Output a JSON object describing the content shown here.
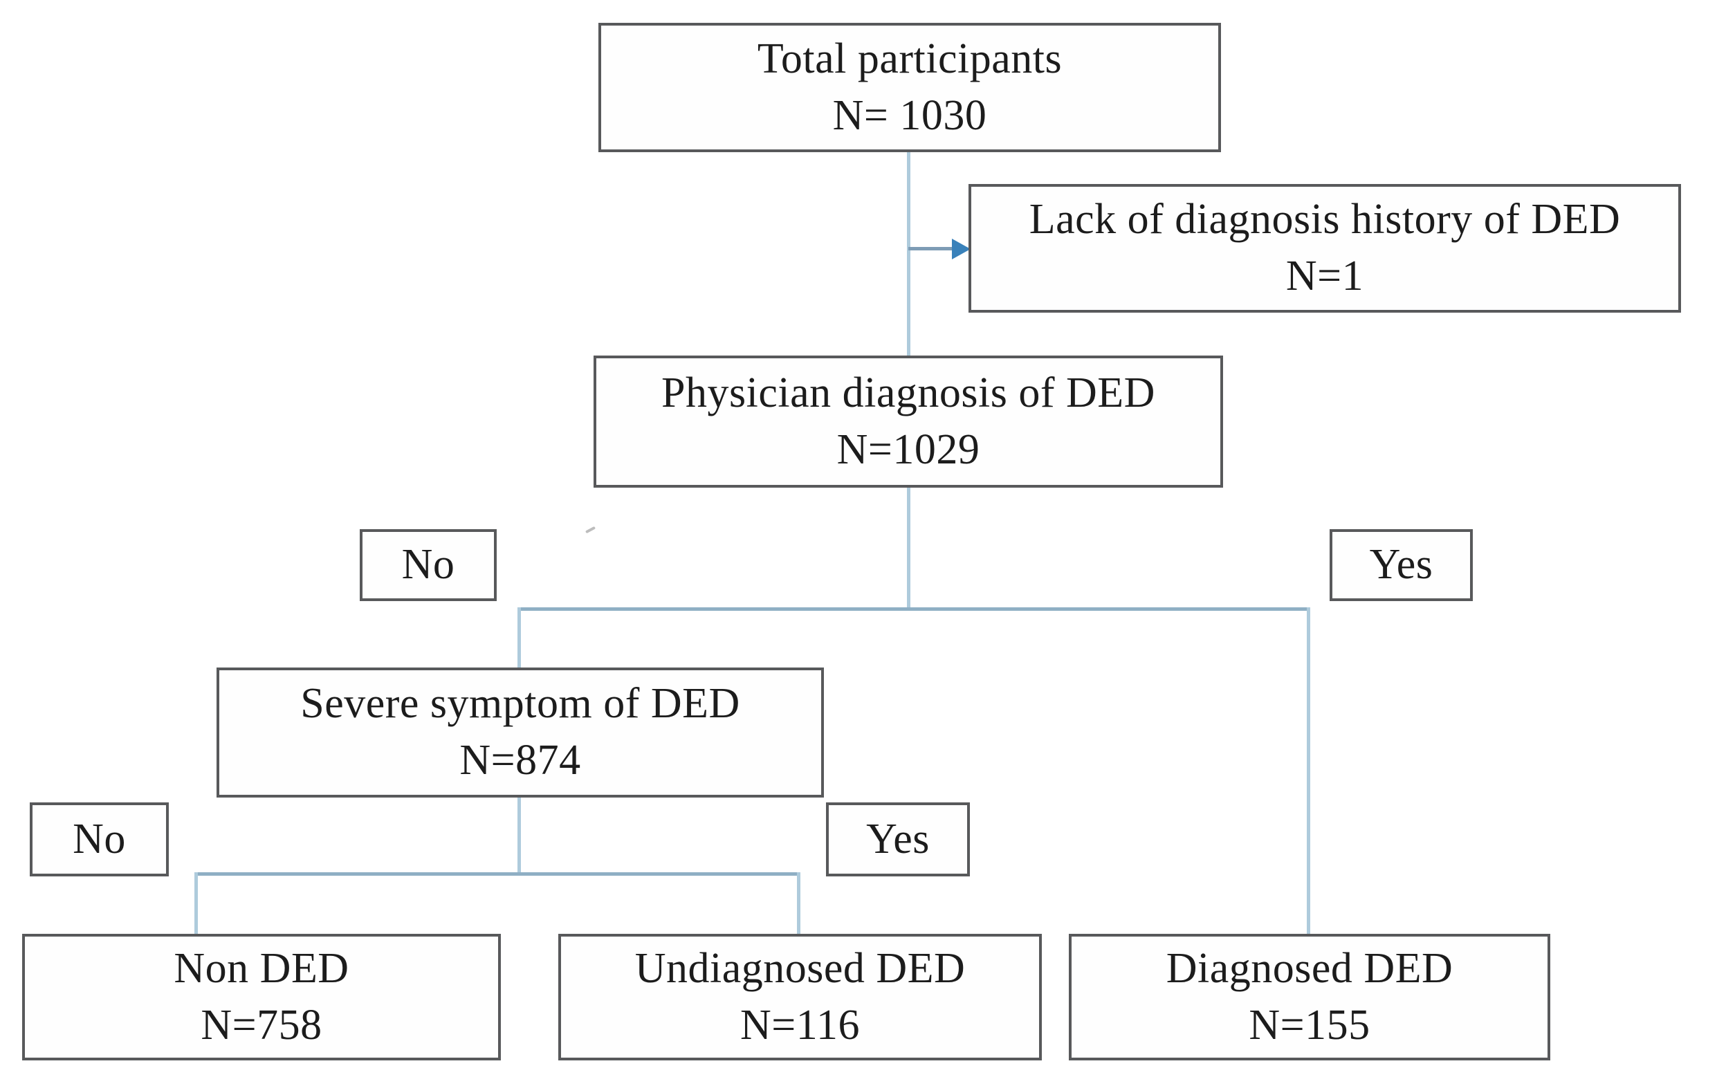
{
  "diagram": {
    "type": "flowchart",
    "nodes": {
      "total": {
        "label": "Total participants",
        "count": "N= 1030"
      },
      "lack": {
        "label": "Lack of diagnosis history of DED",
        "count": "N=1"
      },
      "physician": {
        "label": "Physician diagnosis of DED",
        "count": "N=1029"
      },
      "branch_no_1": {
        "label": "No"
      },
      "branch_yes_1": {
        "label": "Yes"
      },
      "severe": {
        "label": "Severe symptom of DED",
        "count": "N=874"
      },
      "branch_no_2": {
        "label": "No"
      },
      "branch_yes_2": {
        "label": "Yes"
      },
      "non_ded": {
        "label": "Non DED",
        "count": "N=758"
      },
      "undiagnosed": {
        "label": "Undiagnosed DED",
        "count": "N=116"
      },
      "diagnosed": {
        "label": "Diagnosed DED",
        "count": "N=155"
      }
    },
    "edges": [
      {
        "from": "total",
        "to": "physician"
      },
      {
        "from": "total",
        "to": "lack",
        "style": "arrow"
      },
      {
        "from": "physician",
        "to": "severe",
        "branch": "No"
      },
      {
        "from": "physician",
        "to": "diagnosed",
        "branch": "Yes"
      },
      {
        "from": "severe",
        "to": "non_ded",
        "branch": "No"
      },
      {
        "from": "severe",
        "to": "undiagnosed",
        "branch": "Yes"
      }
    ],
    "colors": {
      "connector": "#aecbdc",
      "arrow_shaft": "#7d9cb5",
      "arrow_head": "#3981ba",
      "box_border": "#58595b",
      "text": "#1c1c1c",
      "background": "#ffffff"
    }
  }
}
